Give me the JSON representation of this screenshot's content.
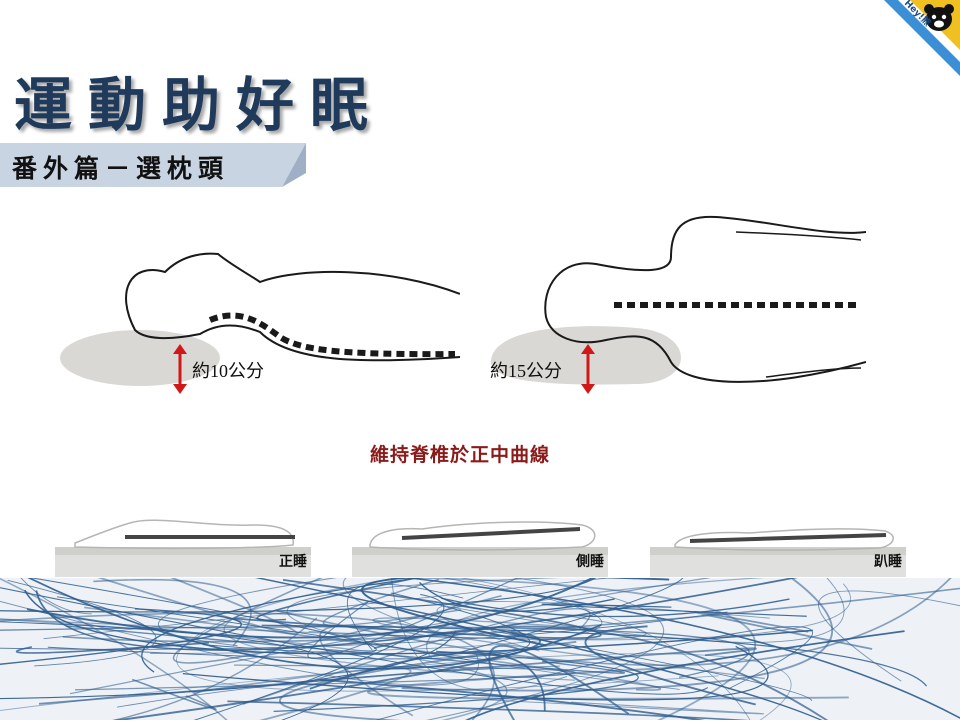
{
  "title": "運動助好眠",
  "subtitle": "番外篇－選枕頭",
  "logo": {
    "brand": "Hey!熊",
    "icon": "bear-face-icon"
  },
  "pillows": [
    {
      "pose": "back",
      "height_label": "約10公分"
    },
    {
      "pose": "side",
      "height_label": "約15公分"
    }
  ],
  "caption": "維持脊椎於正中曲線",
  "mattresses": [
    {
      "label": "正睡"
    },
    {
      "label": "側睡"
    },
    {
      "label": "趴睡"
    }
  ],
  "colors": {
    "title": "#1f3a5a",
    "banner": "#c9d4e3",
    "caption": "#8b1a1a",
    "arrow": "#d01818",
    "pillow": "#d9d8d4",
    "pattern": "#2f5d8e"
  }
}
